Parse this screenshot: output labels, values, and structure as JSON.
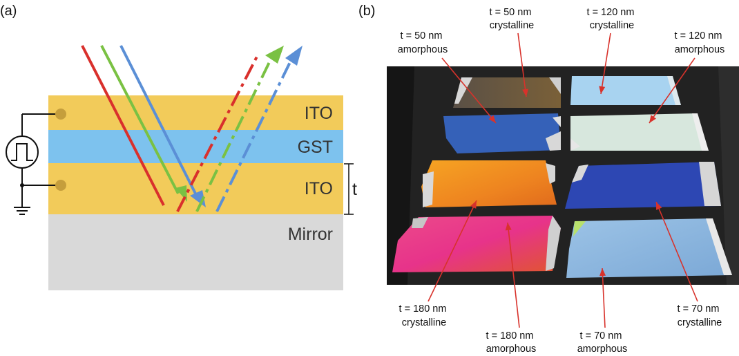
{
  "panels": {
    "a": "(a)",
    "b": "(b)"
  },
  "layers": {
    "top": "ITO",
    "middle": "GST",
    "bottom": "ITO",
    "mirror": "Mirror"
  },
  "thickness_symbol": "t",
  "colors": {
    "ito": "#f2cb5a",
    "gst": "#7dc2ee",
    "mirror": "#d9d9d9",
    "red_beam": "#d9302c",
    "green_beam": "#7ac143",
    "blue_beam": "#5b8fd6",
    "annotation_arrow": "#d8322b"
  },
  "icons": {
    "source": "pulse-source-icon",
    "ground": "ground-icon",
    "electrode": "electrode-contact-icon"
  },
  "samples": [
    {
      "id": "s50c",
      "line1": "t = 50 nm",
      "line2": "crystalline",
      "color": "#6b5a40"
    },
    {
      "id": "s120c",
      "line1": "t = 120 nm",
      "line2": "crystalline",
      "color": "#a8d3f0"
    },
    {
      "id": "s50a",
      "line1": "t = 50 nm",
      "line2": "amorphous",
      "color": "#3561b8"
    },
    {
      "id": "s120a",
      "line1": "t = 120 nm",
      "line2": "amorphous",
      "color": "#d7e7dd"
    },
    {
      "id": "s180c",
      "line1": "t = 180 nm",
      "line2": "crystalline",
      "color": "#ef8c1c"
    },
    {
      "id": "s70c",
      "line1": "t = 70 nm",
      "line2": "crystalline",
      "color": "#2d47b3"
    },
    {
      "id": "s180a",
      "line1": "t = 180 nm",
      "line2": "amorphous",
      "color": "#e8358a"
    },
    {
      "id": "s70a",
      "line1": "t = 70 nm",
      "line2": "amorphous",
      "color": "#8ab6de"
    }
  ]
}
